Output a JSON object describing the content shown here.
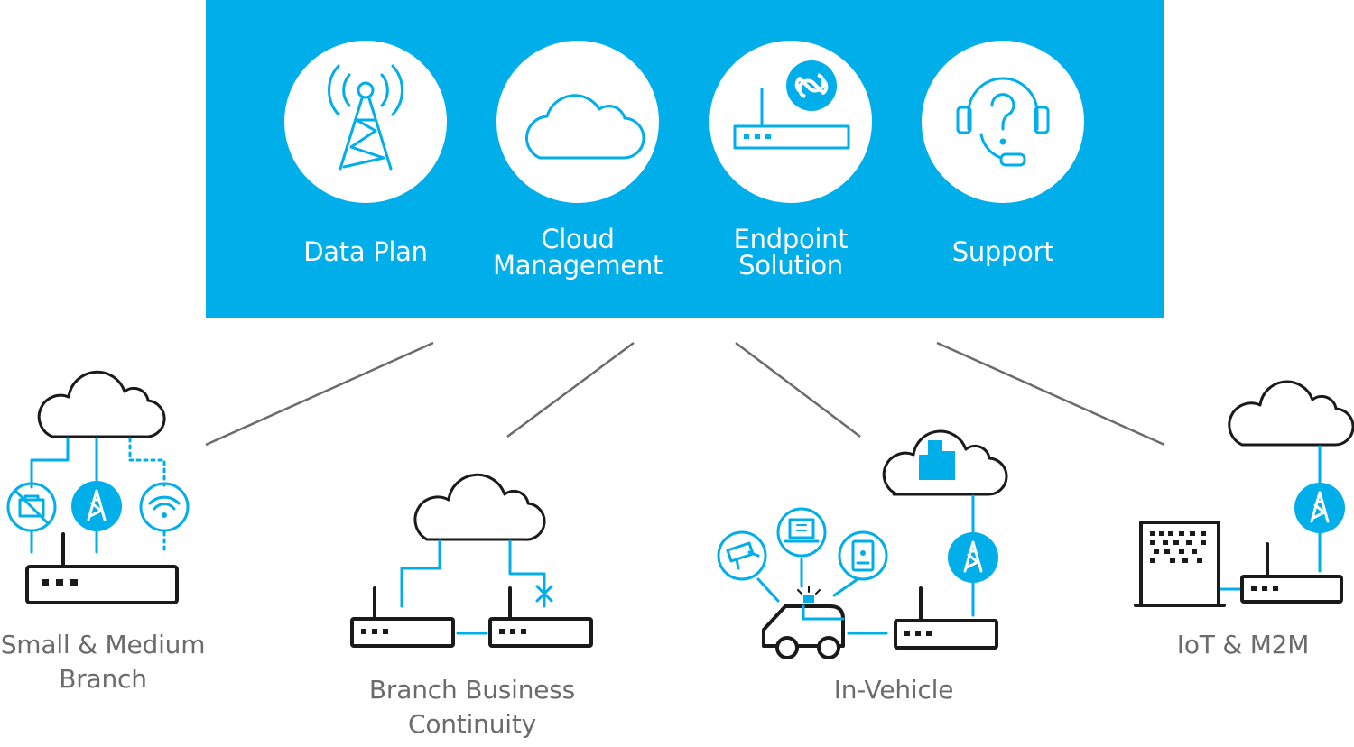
{
  "services": [
    {
      "label_lines": [
        "Data Plan"
      ],
      "icon": "cell-tower-icon"
    },
    {
      "label_lines": [
        "Cloud",
        "Management"
      ],
      "icon": "cloud-icon"
    },
    {
      "label_lines": [
        "Endpoint",
        "Solution"
      ],
      "icon": "router-icon"
    },
    {
      "label_lines": [
        "Support"
      ],
      "icon": "headset-question-icon"
    }
  ],
  "use_cases": [
    {
      "label_lines": [
        "Small & Medium",
        "Branch"
      ]
    },
    {
      "label_lines": [
        "Branch Business",
        "Continuity"
      ]
    },
    {
      "label_lines": [
        "In-Vehicle"
      ]
    },
    {
      "label_lines": [
        "IoT & M2M"
      ]
    }
  ],
  "colors": {
    "accent": "#00aeea",
    "line": "#1a1a1a",
    "connector": "#6b6b6b",
    "caption": "#6b6b6b"
  }
}
